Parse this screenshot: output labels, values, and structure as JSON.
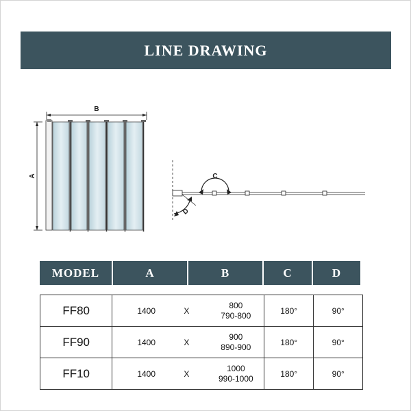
{
  "title": "LINE DRAWING",
  "diagram": {
    "label_a": "A",
    "label_b": "B",
    "label_c": "C",
    "label_d": "D"
  },
  "table": {
    "headers": {
      "model": "MODEL",
      "a": "A",
      "b": "B",
      "c": "C",
      "d": "D"
    },
    "rows": [
      {
        "model": "FF80",
        "a": "1400",
        "sep": "X",
        "b_nominal": "800",
        "b_range": "790-800",
        "c": "180°",
        "d": "90°"
      },
      {
        "model": "FF90",
        "a": "1400",
        "sep": "X",
        "b_nominal": "900",
        "b_range": "890-900",
        "c": "180°",
        "d": "90°"
      },
      {
        "model": "FF10",
        "a": "1400",
        "sep": "X",
        "b_nominal": "1000",
        "b_range": "990-1000",
        "c": "180°",
        "d": "90°"
      }
    ]
  },
  "colors": {
    "banner": "#3c545e",
    "glass": "#c9dde4"
  }
}
